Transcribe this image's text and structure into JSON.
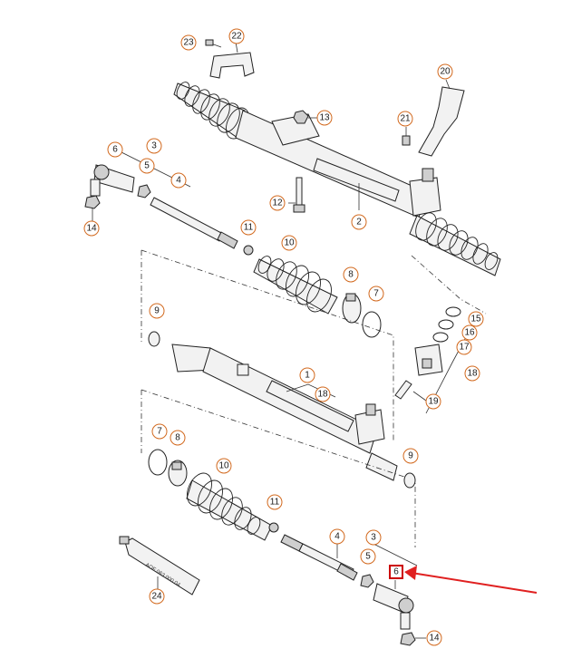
{
  "diagram": {
    "callouts": [
      {
        "id": "c23",
        "label": "23"
      },
      {
        "id": "c22",
        "label": "22"
      },
      {
        "id": "c20",
        "label": "20"
      },
      {
        "id": "c13",
        "label": "13"
      },
      {
        "id": "c21",
        "label": "21"
      },
      {
        "id": "c6top",
        "label": "6"
      },
      {
        "id": "c3top",
        "label": "3"
      },
      {
        "id": "c5top",
        "label": "5"
      },
      {
        "id": "c4top",
        "label": "4"
      },
      {
        "id": "c12",
        "label": "12"
      },
      {
        "id": "c2",
        "label": "2"
      },
      {
        "id": "c14top",
        "label": "14"
      },
      {
        "id": "c11top",
        "label": "11"
      },
      {
        "id": "c10top",
        "label": "10"
      },
      {
        "id": "c8top",
        "label": "8"
      },
      {
        "id": "c7top",
        "label": "7"
      },
      {
        "id": "c15",
        "label": "15"
      },
      {
        "id": "c16",
        "label": "16"
      },
      {
        "id": "c17",
        "label": "17"
      },
      {
        "id": "c9top",
        "label": "9"
      },
      {
        "id": "c18right",
        "label": "18"
      },
      {
        "id": "c1",
        "label": "1"
      },
      {
        "id": "c18mid",
        "label": "18"
      },
      {
        "id": "c19",
        "label": "19"
      },
      {
        "id": "c7bot",
        "label": "7"
      },
      {
        "id": "c8bot",
        "label": "8"
      },
      {
        "id": "c10bot",
        "label": "10"
      },
      {
        "id": "c9bot",
        "label": "9"
      },
      {
        "id": "c11bot",
        "label": "11"
      },
      {
        "id": "c4bot",
        "label": "4"
      },
      {
        "id": "c3bot",
        "label": "3"
      },
      {
        "id": "c5bot",
        "label": "5"
      },
      {
        "id": "c24",
        "label": "24"
      },
      {
        "id": "c14bot",
        "label": "14"
      }
    ],
    "highlight": {
      "label": "6",
      "color": "#cc0000"
    },
    "arrow_color": "#e02020",
    "callout_color": "#d2691e",
    "tube_label": "AOF 063 000 04"
  }
}
